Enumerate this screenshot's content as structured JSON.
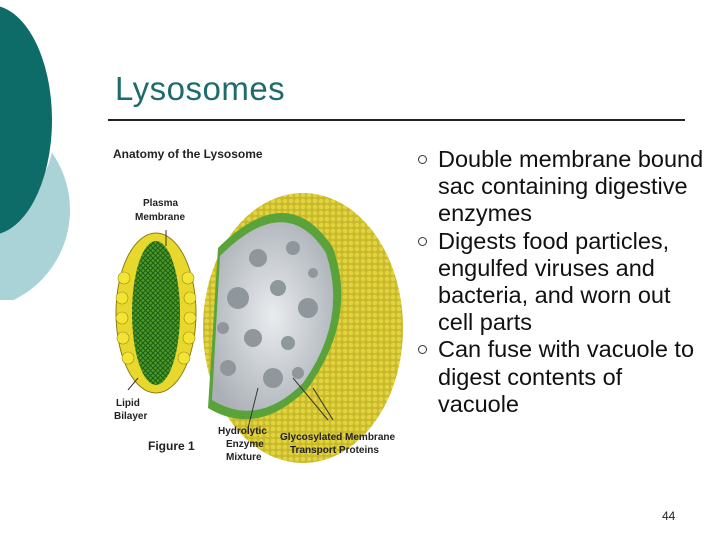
{
  "slide": {
    "title": "Lysosomes",
    "page_number": "44"
  },
  "figure": {
    "heading": "Anatomy of the Lysosome",
    "label_plasma": [
      "Plasma",
      "Membrane"
    ],
    "label_lipid": [
      "Lipid",
      "Bilayer"
    ],
    "label_figure": "Figure 1",
    "label_enzyme": [
      "Hydrolytic",
      "Enzyme",
      "Mixture"
    ],
    "label_glyco": [
      "Glycosylated Membrane",
      "Transport Proteins"
    ]
  },
  "bullets": [
    "Double membrane bound sac containing digestive enzymes",
    "Digests food particles, engulfed viruses and bacteria, and worn out cell parts",
    "Can fuse with vacuole to digest contents of vacuole"
  ],
  "colors": {
    "title": "#1e6b6b",
    "deco_dark": "#0d6b68",
    "deco_light": "#a9d3d6"
  }
}
